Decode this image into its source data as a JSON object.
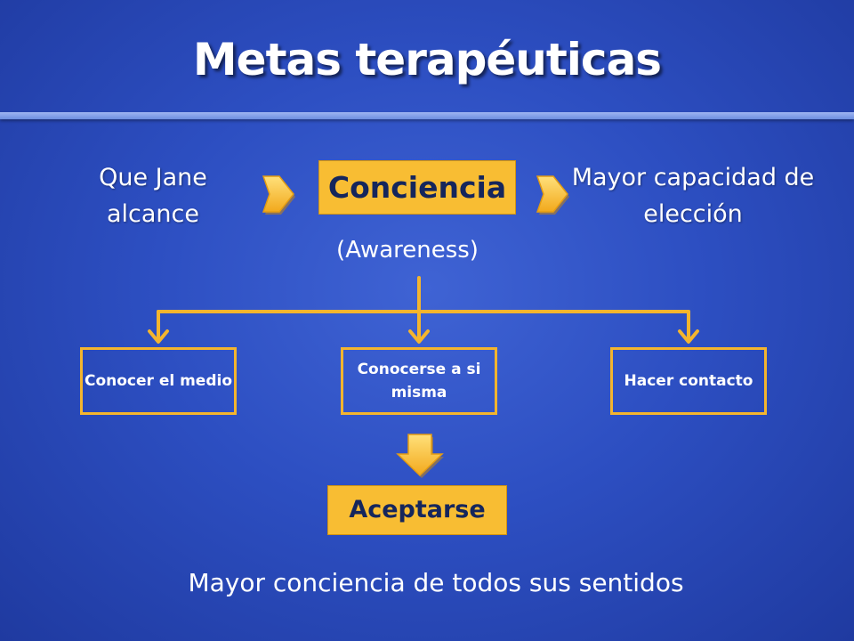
{
  "title": "Metas terapéuticas",
  "left_text": "Que Jane alcance",
  "center_box": "Conciencia",
  "center_subtitle": "(Awareness)",
  "right_text": "Mayor capacidad de elección",
  "branches": [
    "Conocer el medio",
    "Conocerse a si misma",
    "Hacer contacto"
  ],
  "result_box": "Aceptarse",
  "footer": "Mayor conciencia de todos sus sentidos",
  "colors": {
    "background": "#2d4fc2",
    "accent": "#f8bd33",
    "box_text": "#15265c",
    "connector": "#f4b52e"
  },
  "icons": [
    "chevron-arrow-right-icon",
    "chevron-arrow-right-icon",
    "arrow-down-icon"
  ]
}
